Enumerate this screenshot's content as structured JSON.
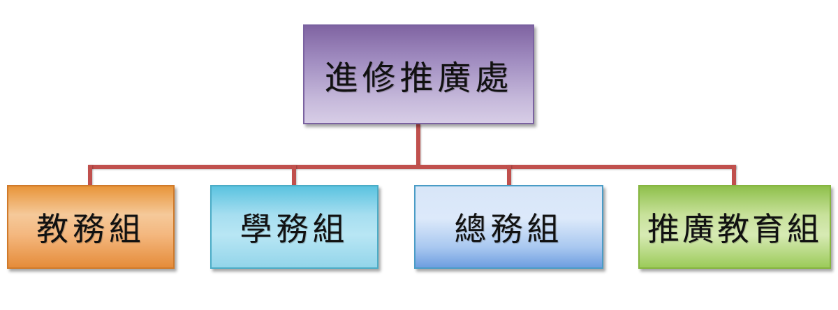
{
  "diagram": {
    "type": "org-chart",
    "root": {
      "label": "進修推廣處",
      "color": "#8064a2"
    },
    "children": [
      {
        "label": "教務組",
        "color": "#f79646"
      },
      {
        "label": "學務組",
        "color": "#4bacc6"
      },
      {
        "label": "總務組",
        "color": "#8db3e2"
      },
      {
        "label": "推廣教育組",
        "color": "#9bbb59"
      }
    ],
    "connector_color": "#c0504d"
  }
}
